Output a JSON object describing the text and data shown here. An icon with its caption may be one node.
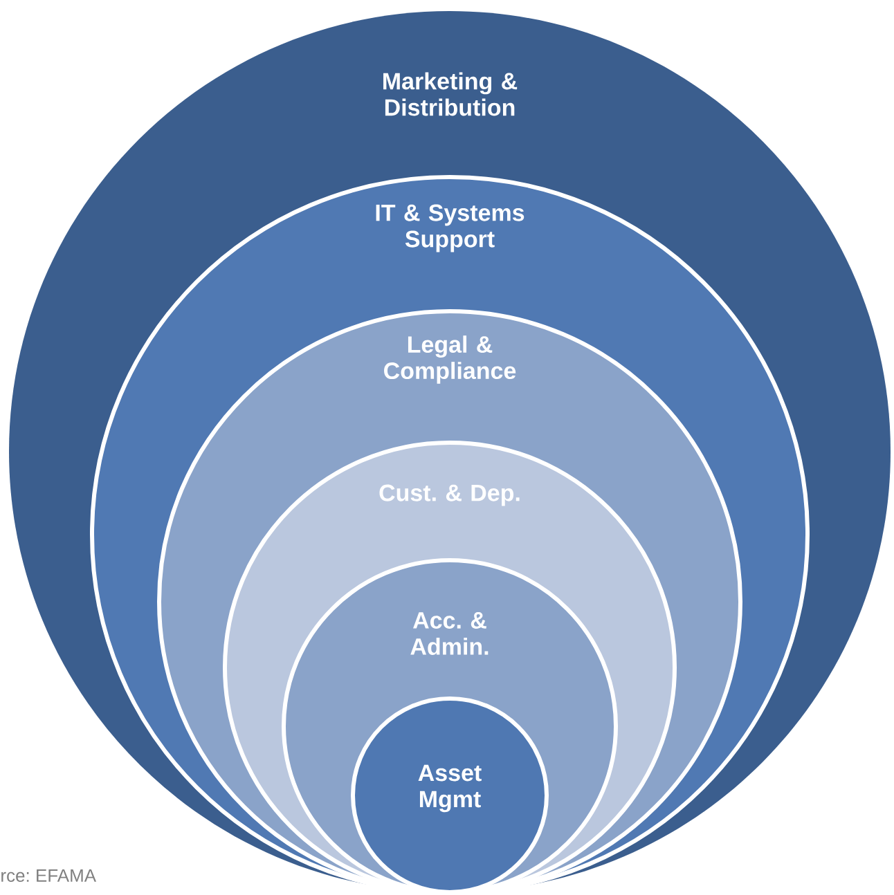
{
  "diagram": {
    "nodes": [
      {
        "text": [
          "Marketing & Distribution"
        ]
      },
      {
        "text": [
          "IT & Systems Support"
        ],
        "in": 0
      },
      {
        "text": [
          "Legal & Compliance"
        ],
        "in": 1
      },
      {
        "text": [
          "Cust. & Dep."
        ],
        "in": 2
      },
      {
        "text": [
          "Acc. & Admin."
        ],
        "in": 3
      },
      {
        "text": [
          "Asset Mgmt"
        ],
        "in": 4
      }
    ],
    "labels": [
      "rce: EFAMA"
    ]
  }
}
